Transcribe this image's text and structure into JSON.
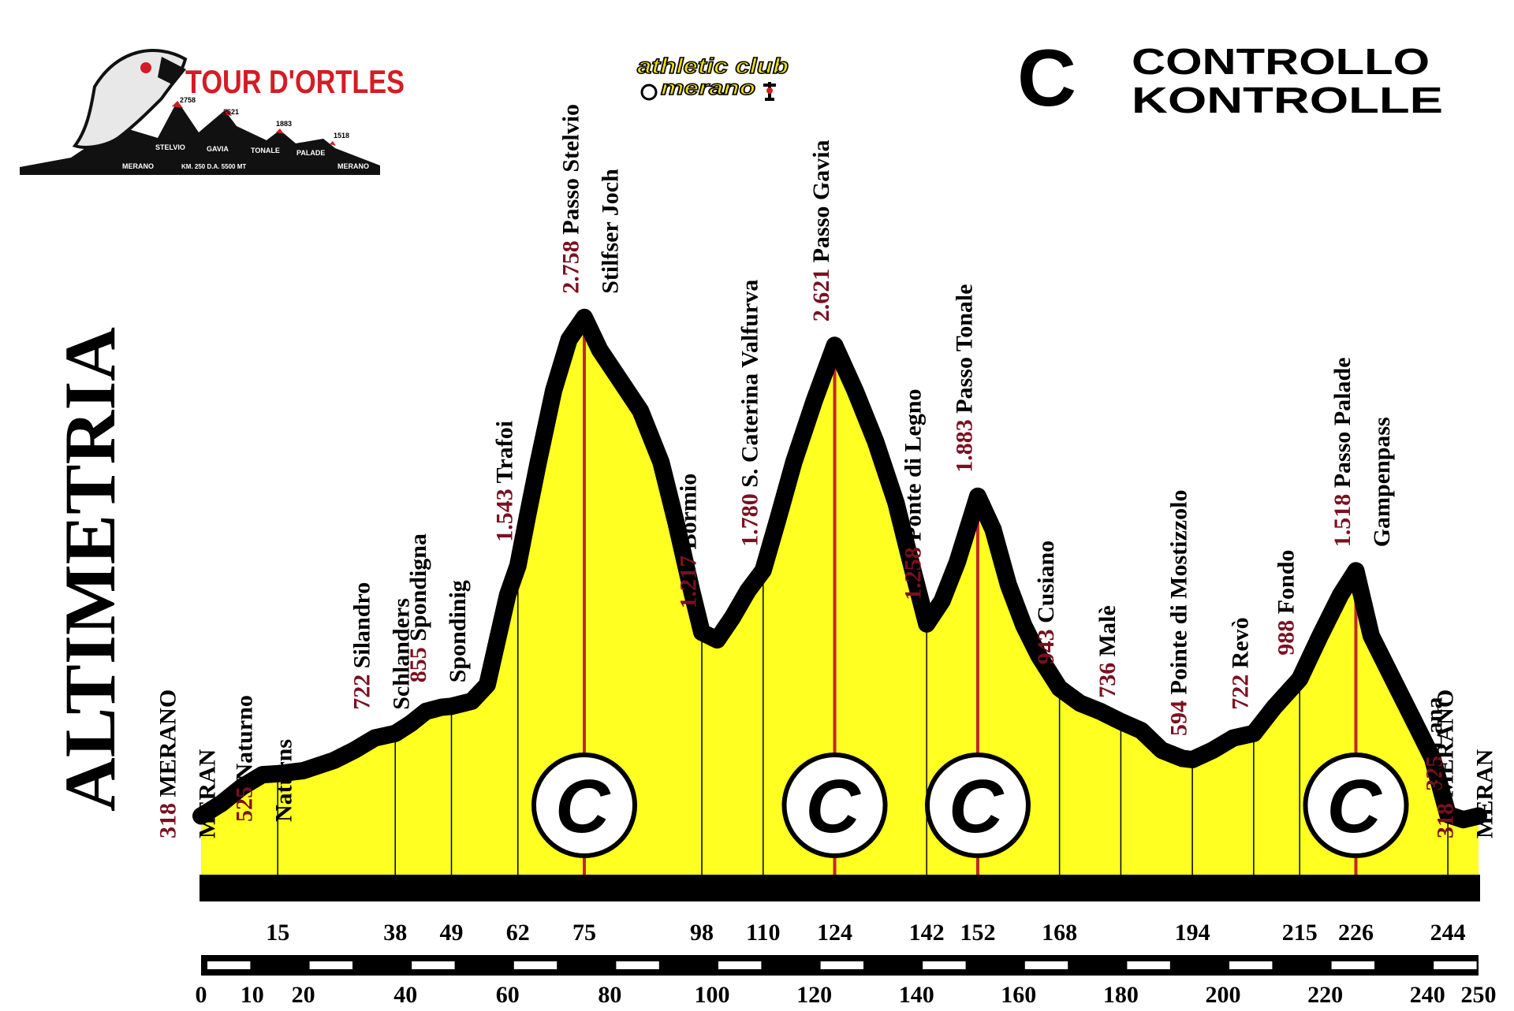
{
  "header": {
    "logo_title": "TOUR D'ORTLES",
    "logo_peaks": [
      "STELVIO",
      "GAVIA",
      "TONALE",
      "PALADE"
    ],
    "logo_peak_heights": [
      "2758",
      "2621",
      "1883",
      "1518"
    ],
    "logo_endpoints": [
      "MERANO",
      "MERANO"
    ],
    "logo_caption": "KM. 250 D.A. 5500 MT",
    "club_line1": "athletic club",
    "club_line2": "merano",
    "control_letter": "C",
    "control_line1": "CONTROLLO",
    "control_line2": "KONTROLLE"
  },
  "side_title": "ALTIMETRIA",
  "colors": {
    "fill": "#ffff22",
    "outline": "#000000",
    "checkpoint_line": "#c0262c",
    "number": "#7a1020"
  },
  "chart_data": {
    "type": "area",
    "xlim": [
      0,
      250
    ],
    "ylim": [
      0,
      3000
    ],
    "x_ticks": [
      "0",
      "10",
      "20",
      "40",
      "60",
      "80",
      "100",
      "120",
      "140",
      "160",
      "180",
      "200",
      "220",
      "240",
      "250"
    ],
    "profile": [
      [
        0,
        318
      ],
      [
        4,
        380
      ],
      [
        8,
        460
      ],
      [
        12,
        520
      ],
      [
        15,
        525
      ],
      [
        20,
        540
      ],
      [
        26,
        590
      ],
      [
        30,
        640
      ],
      [
        34,
        700
      ],
      [
        38,
        722
      ],
      [
        41,
        770
      ],
      [
        44,
        830
      ],
      [
        47,
        850
      ],
      [
        49,
        855
      ],
      [
        53,
        880
      ],
      [
        56,
        960
      ],
      [
        58,
        1180
      ],
      [
        60,
        1400
      ],
      [
        62,
        1543
      ],
      [
        64,
        1800
      ],
      [
        66,
        2050
      ],
      [
        69,
        2400
      ],
      [
        72,
        2650
      ],
      [
        75,
        2758
      ],
      [
        78,
        2600
      ],
      [
        82,
        2450
      ],
      [
        86,
        2300
      ],
      [
        90,
        2050
      ],
      [
        93,
        1750
      ],
      [
        96,
        1420
      ],
      [
        98,
        1217
      ],
      [
        101,
        1180
      ],
      [
        104,
        1290
      ],
      [
        107,
        1420
      ],
      [
        110,
        1520
      ],
      [
        113,
        1780
      ],
      [
        116,
        2050
      ],
      [
        120,
        2350
      ],
      [
        124,
        2621
      ],
      [
        128,
        2400
      ],
      [
        132,
        2150
      ],
      [
        136,
        1850
      ],
      [
        139,
        1550
      ],
      [
        142,
        1258
      ],
      [
        145,
        1370
      ],
      [
        148,
        1560
      ],
      [
        152,
        1883
      ],
      [
        155,
        1720
      ],
      [
        158,
        1450
      ],
      [
        161,
        1250
      ],
      [
        164,
        1100
      ],
      [
        168,
        943
      ],
      [
        172,
        870
      ],
      [
        176,
        830
      ],
      [
        180,
        780
      ],
      [
        184,
        736
      ],
      [
        188,
        640
      ],
      [
        192,
        600
      ],
      [
        194,
        594
      ],
      [
        198,
        640
      ],
      [
        202,
        700
      ],
      [
        206,
        722
      ],
      [
        210,
        850
      ],
      [
        215,
        988
      ],
      [
        219,
        1200
      ],
      [
        223,
        1400
      ],
      [
        226,
        1518
      ],
      [
        229,
        1200
      ],
      [
        233,
        1000
      ],
      [
        237,
        800
      ],
      [
        241,
        600
      ],
      [
        244,
        325
      ],
      [
        247,
        300
      ],
      [
        250,
        318
      ]
    ],
    "stations": [
      {
        "x": 0,
        "alt": "318",
        "names": [
          "MERANO",
          "MERAN"
        ]
      },
      {
        "x": 15,
        "alt": "525",
        "names": [
          "Naturno",
          "Naturns"
        ]
      },
      {
        "x": 38,
        "alt": "722",
        "names": [
          "Silandro",
          "Schlanders"
        ]
      },
      {
        "x": 49,
        "alt": "855",
        "names": [
          "Spondigna",
          "Spondinig"
        ]
      },
      {
        "x": 62,
        "alt": "1.543",
        "names": [
          "Trafoi"
        ]
      },
      {
        "x": 75,
        "alt": "2.758",
        "names": [
          "Passo Stelvio",
          "Stilfser Joch"
        ],
        "control": true
      },
      {
        "x": 98,
        "alt": "1.217",
        "names": [
          "Bormio"
        ]
      },
      {
        "x": 110,
        "alt": "1.780",
        "names": [
          "S. Caterina Valfurva"
        ]
      },
      {
        "x": 124,
        "alt": "2.621",
        "names": [
          "Passo Gavia"
        ],
        "control": true
      },
      {
        "x": 142,
        "alt": "1.258",
        "names": [
          "Ponte di Legno"
        ]
      },
      {
        "x": 152,
        "alt": "1.883",
        "names": [
          "Passo Tonale"
        ],
        "control": true
      },
      {
        "x": 168,
        "alt": "943",
        "names": [
          "Cusiano"
        ]
      },
      {
        "x": 180,
        "alt": "736",
        "names": [
          "Malè"
        ]
      },
      {
        "x": 194,
        "alt": "594",
        "names": [
          "Pointe di Mostizzolo"
        ]
      },
      {
        "x": 206,
        "alt": "722",
        "names": [
          "Revò"
        ]
      },
      {
        "x": 215,
        "alt": "988",
        "names": [
          "Fondo"
        ]
      },
      {
        "x": 226,
        "alt": "1.518",
        "names": [
          "Passo Palade",
          "Gampenpass"
        ],
        "control": true
      },
      {
        "x": 244,
        "alt": "325",
        "names": [
          "Lana"
        ]
      },
      {
        "x": 250,
        "alt": "318",
        "names": [
          "MERANO",
          "MERAN"
        ]
      }
    ],
    "km_marks": [
      {
        "x": 15,
        "label": "15"
      },
      {
        "x": 38,
        "label": "38"
      },
      {
        "x": 49,
        "label": "49"
      },
      {
        "x": 62,
        "label": "62"
      },
      {
        "x": 75,
        "label": "75",
        "control": true
      },
      {
        "x": 98,
        "label": "98"
      },
      {
        "x": 110,
        "label": "110"
      },
      {
        "x": 124,
        "label": "124",
        "control": true
      },
      {
        "x": 142,
        "label": "142"
      },
      {
        "x": 152,
        "label": "152",
        "control": true
      },
      {
        "x": 168,
        "label": "168"
      },
      {
        "x": 194,
        "label": "194"
      },
      {
        "x": 215,
        "label": "215"
      },
      {
        "x": 226,
        "label": "226",
        "control": true
      },
      {
        "x": 244,
        "label": "244"
      }
    ]
  }
}
